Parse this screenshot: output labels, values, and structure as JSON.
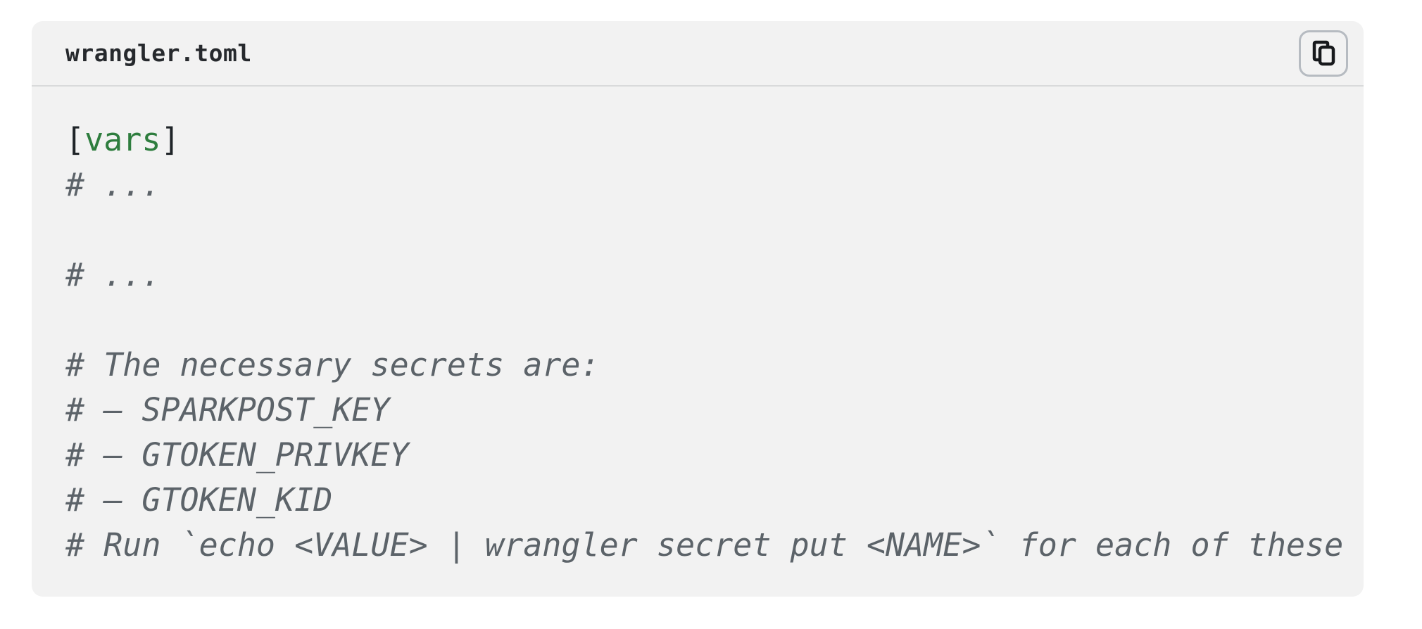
{
  "card": {
    "filename": "wrangler.toml",
    "copy_button": {
      "icon": "copy-icon"
    },
    "colors": {
      "page_bg": "#ffffff",
      "card_bg": "#f2f2f2",
      "divider": "#d9dadb",
      "header_text": "#26292d",
      "comment_gray": "#5c6369",
      "section_green": "#2e7d3e",
      "bracket_dark": "#1f2428",
      "button_border": "#b6bbc1",
      "icon_stroke": "#17191c"
    },
    "code": {
      "language": "toml",
      "lines": [
        {
          "kind": "section",
          "open": "[",
          "name": "vars",
          "close": "]"
        },
        {
          "kind": "comment",
          "text": "# ..."
        },
        {
          "kind": "blank",
          "text": ""
        },
        {
          "kind": "comment",
          "text": "# ..."
        },
        {
          "kind": "blank",
          "text": ""
        },
        {
          "kind": "comment",
          "text": "# The necessary secrets are:"
        },
        {
          "kind": "comment",
          "text": "# – SPARKPOST_KEY"
        },
        {
          "kind": "comment",
          "text": "# – GTOKEN_PRIVKEY"
        },
        {
          "kind": "comment",
          "text": "# – GTOKEN_KID"
        },
        {
          "kind": "comment",
          "text": "# Run `echo <VALUE> | wrangler secret put <NAME>` for each of these"
        }
      ]
    }
  }
}
